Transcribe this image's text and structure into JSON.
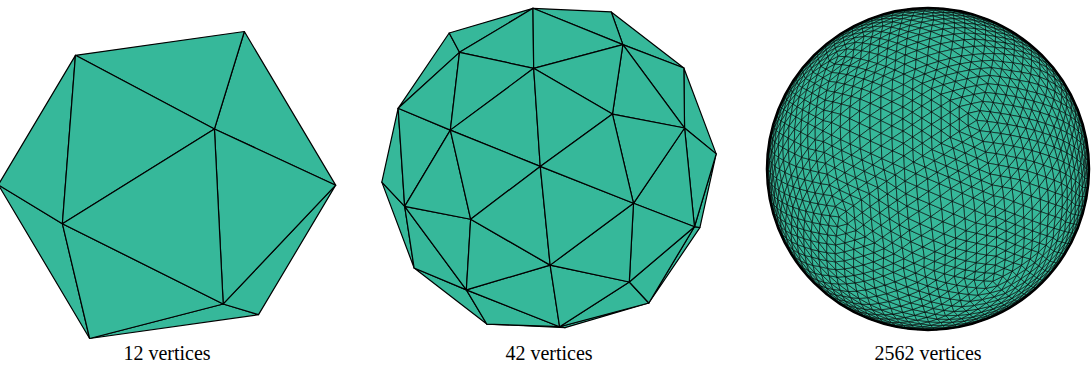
{
  "diagram": {
    "labels": [
      "12 vertices",
      "42 vertices",
      "2562 vertices"
    ]
  }
}
